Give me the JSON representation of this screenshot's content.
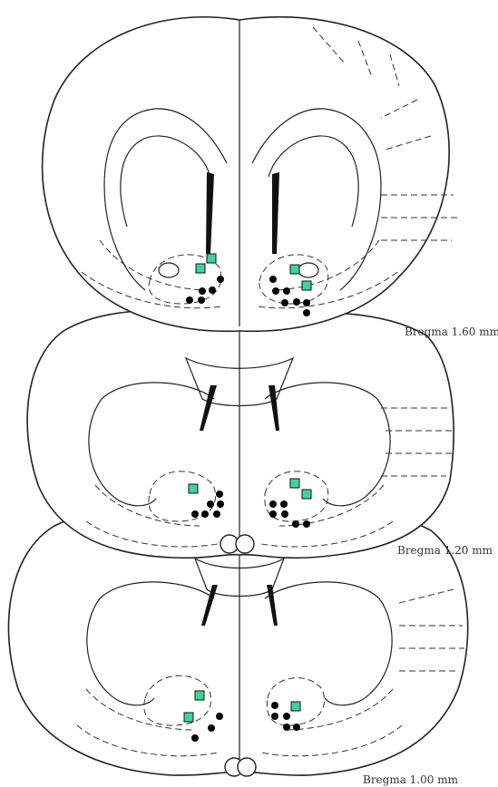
{
  "figure": {
    "sections": [
      {
        "id": "top",
        "bregma_label": "Bregma 1.60 mm"
      },
      {
        "id": "middle",
        "bregma_label": "Bregma 1.20 mm"
      },
      {
        "id": "bottom",
        "bregma_label": "Bregma 1.00 mm"
      }
    ],
    "marker_colors": {
      "square": "#3fd39c",
      "dot": "#000000"
    }
  }
}
